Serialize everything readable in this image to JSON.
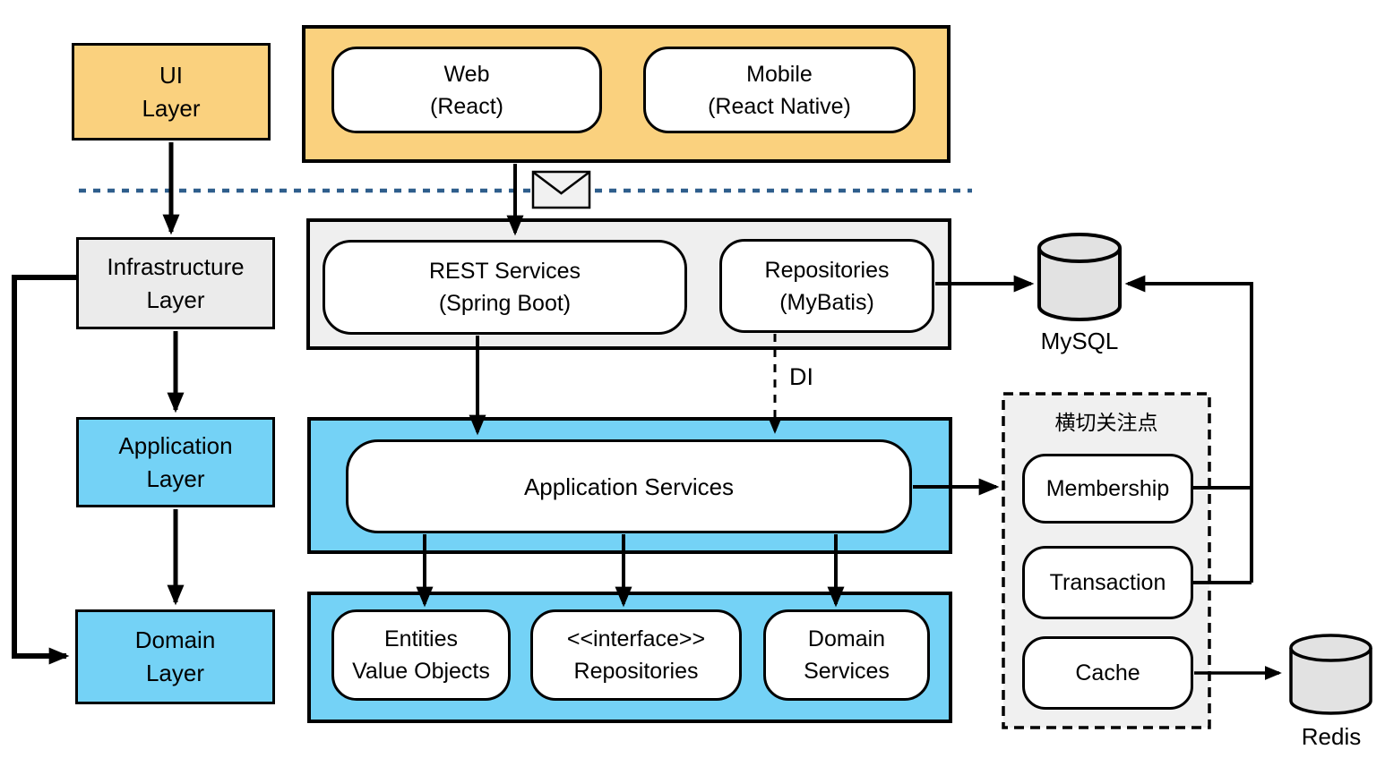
{
  "colors": {
    "orange": "#FAD17E",
    "sky_blue": "#74D2F6",
    "panel_gray": "#EFEFEF",
    "layer_box_gray": "#EBEBEB",
    "crosscut_gray": "#F0F0F0",
    "cylinder_gray": "#E2E2E2",
    "separator_blue": "#2E5E8C",
    "line_black": "#000000"
  },
  "layer_column": {
    "ui": {
      "line1": "UI",
      "line2": "Layer"
    },
    "infrastructure": {
      "line1": "Infrastructure",
      "line2": "Layer"
    },
    "application": {
      "line1": "Application",
      "line2": "Layer"
    },
    "domain": {
      "line1": "Domain",
      "line2": "Layer"
    }
  },
  "presentation": {
    "web": {
      "line1": "Web",
      "line2": "(React)"
    },
    "mobile": {
      "line1": "Mobile",
      "line2": "(React Native)"
    }
  },
  "services": {
    "rest": {
      "line1": "REST Services",
      "line2": "(Spring Boot)"
    },
    "repositories": {
      "line1": "Repositories",
      "line2": "(MyBatis)"
    }
  },
  "application": {
    "services": "Application Services"
  },
  "domain": {
    "entities": {
      "line1": "Entities",
      "line2": "Value Objects"
    },
    "interface_repositories": {
      "line1": "<<interface>>",
      "line2": "Repositories"
    },
    "domain_services": {
      "line1": "Domain",
      "line2": "Services"
    }
  },
  "crosscutting": {
    "title": "横切关注点",
    "membership": "Membership",
    "transaction": "Transaction",
    "cache": "Cache"
  },
  "databases": {
    "mysql": "MySQL",
    "redis": "Redis"
  },
  "annotations": {
    "di": "DI"
  }
}
